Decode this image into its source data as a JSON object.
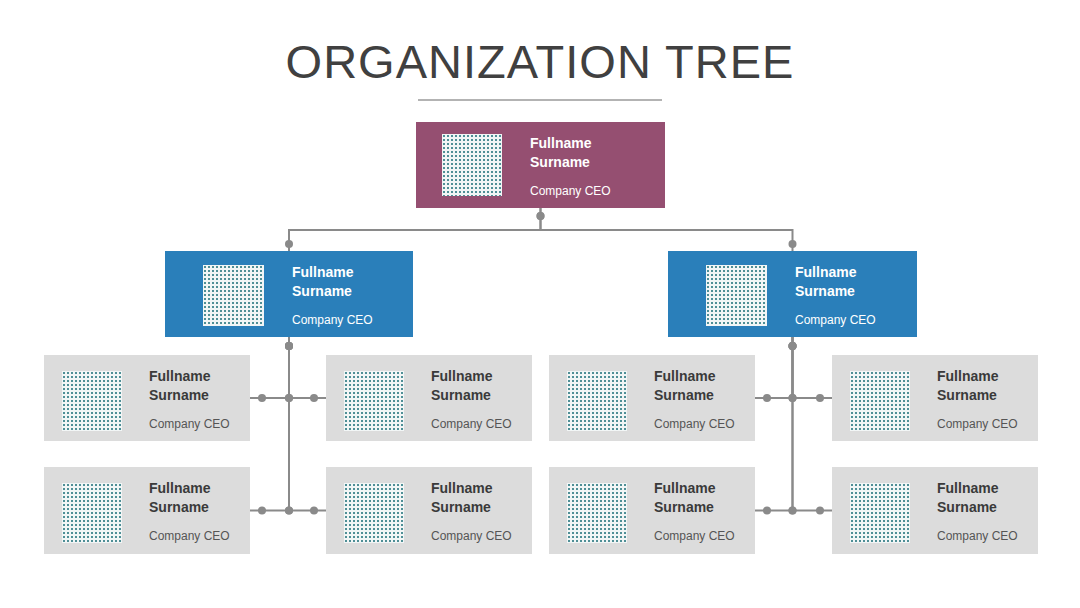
{
  "diagram": {
    "title": "ORGANIZATION TREE",
    "nodes": [
      {
        "text": [
          "Fullname Surname",
          "Company CEO"
        ]
      },
      {
        "text": [
          "Fullname Surname",
          "Company CEO"
        ]
      },
      {
        "text": [
          "Fullname Surname",
          "Company CEO"
        ]
      },
      {
        "text": [
          "Fullname Surname",
          "Company CEO"
        ]
      },
      {
        "text": [
          "Fullname Surname",
          "Company CEO"
        ]
      },
      {
        "text": [
          "Fullname Surname",
          "Company CEO"
        ]
      },
      {
        "text": [
          "Fullname Surname",
          "Company CEO"
        ]
      },
      {
        "text": [
          "Fullname Surname",
          "Company CEO"
        ]
      },
      {
        "text": [
          "Fullname Surname",
          "Company CEO"
        ]
      },
      {
        "text": [
          "Fullname Surname",
          "Company CEO"
        ]
      },
      {
        "text": [
          "Fullname Surname",
          "Company CEO"
        ]
      }
    ],
    "edges": [
      {
        "from": 0,
        "to": 1,
        "arrow": "none"
      },
      {
        "from": 0,
        "to": 2,
        "arrow": "none"
      },
      {
        "from": 1,
        "to": 3,
        "arrow": "none"
      },
      {
        "from": 1,
        "to": 4,
        "arrow": "none"
      },
      {
        "from": 1,
        "to": 7,
        "arrow": "none"
      },
      {
        "from": 1,
        "to": 8,
        "arrow": "none"
      },
      {
        "from": 2,
        "to": 5,
        "arrow": "none"
      },
      {
        "from": 2,
        "to": 6,
        "arrow": "none"
      },
      {
        "from": 2,
        "to": 9,
        "arrow": "none"
      },
      {
        "from": 2,
        "to": 10,
        "arrow": "none"
      }
    ]
  }
}
